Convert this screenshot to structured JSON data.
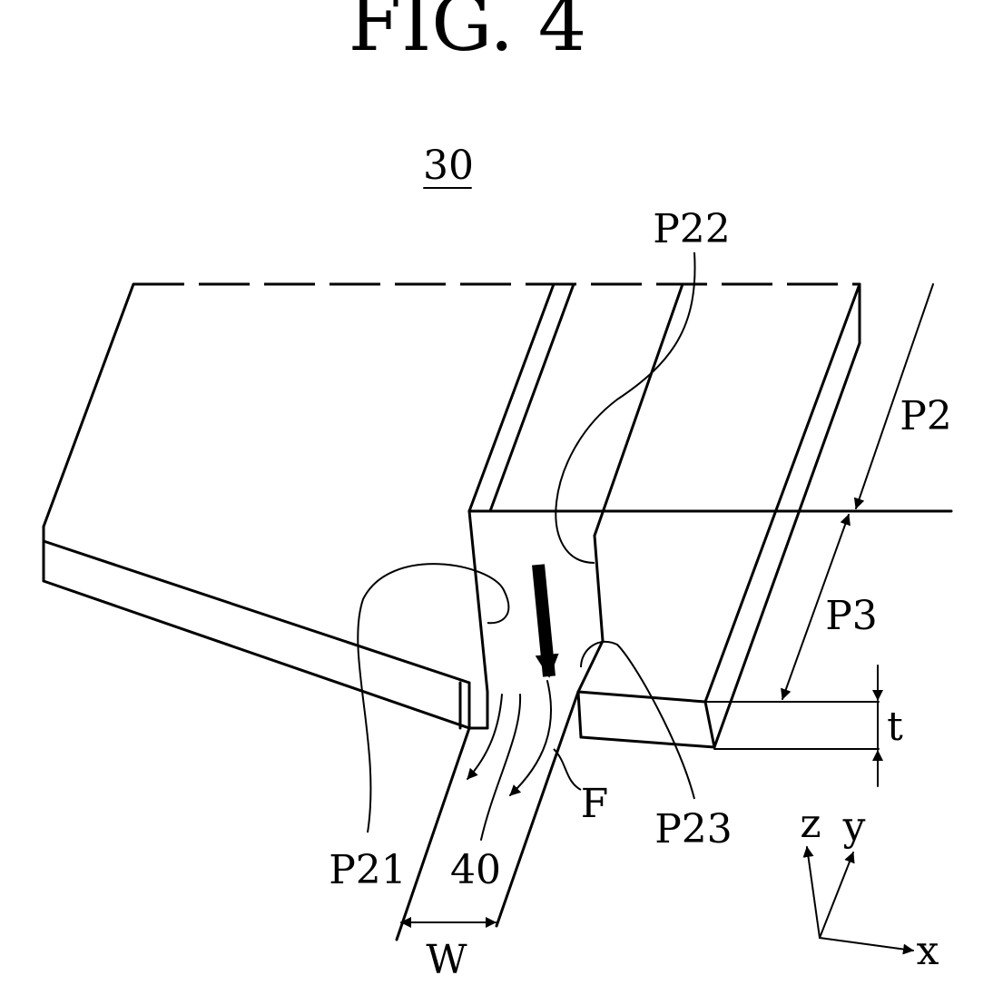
{
  "figure": {
    "title": "FIG. 4",
    "ref_main": "30",
    "labels": {
      "p22": "P22",
      "p2": "P2",
      "p3": "P3",
      "t": "t",
      "p21": "P21",
      "n40": "40",
      "f": "F",
      "p23": "P23",
      "w": "W"
    },
    "axes": {
      "z": "z",
      "y": "y",
      "x": "x"
    }
  }
}
